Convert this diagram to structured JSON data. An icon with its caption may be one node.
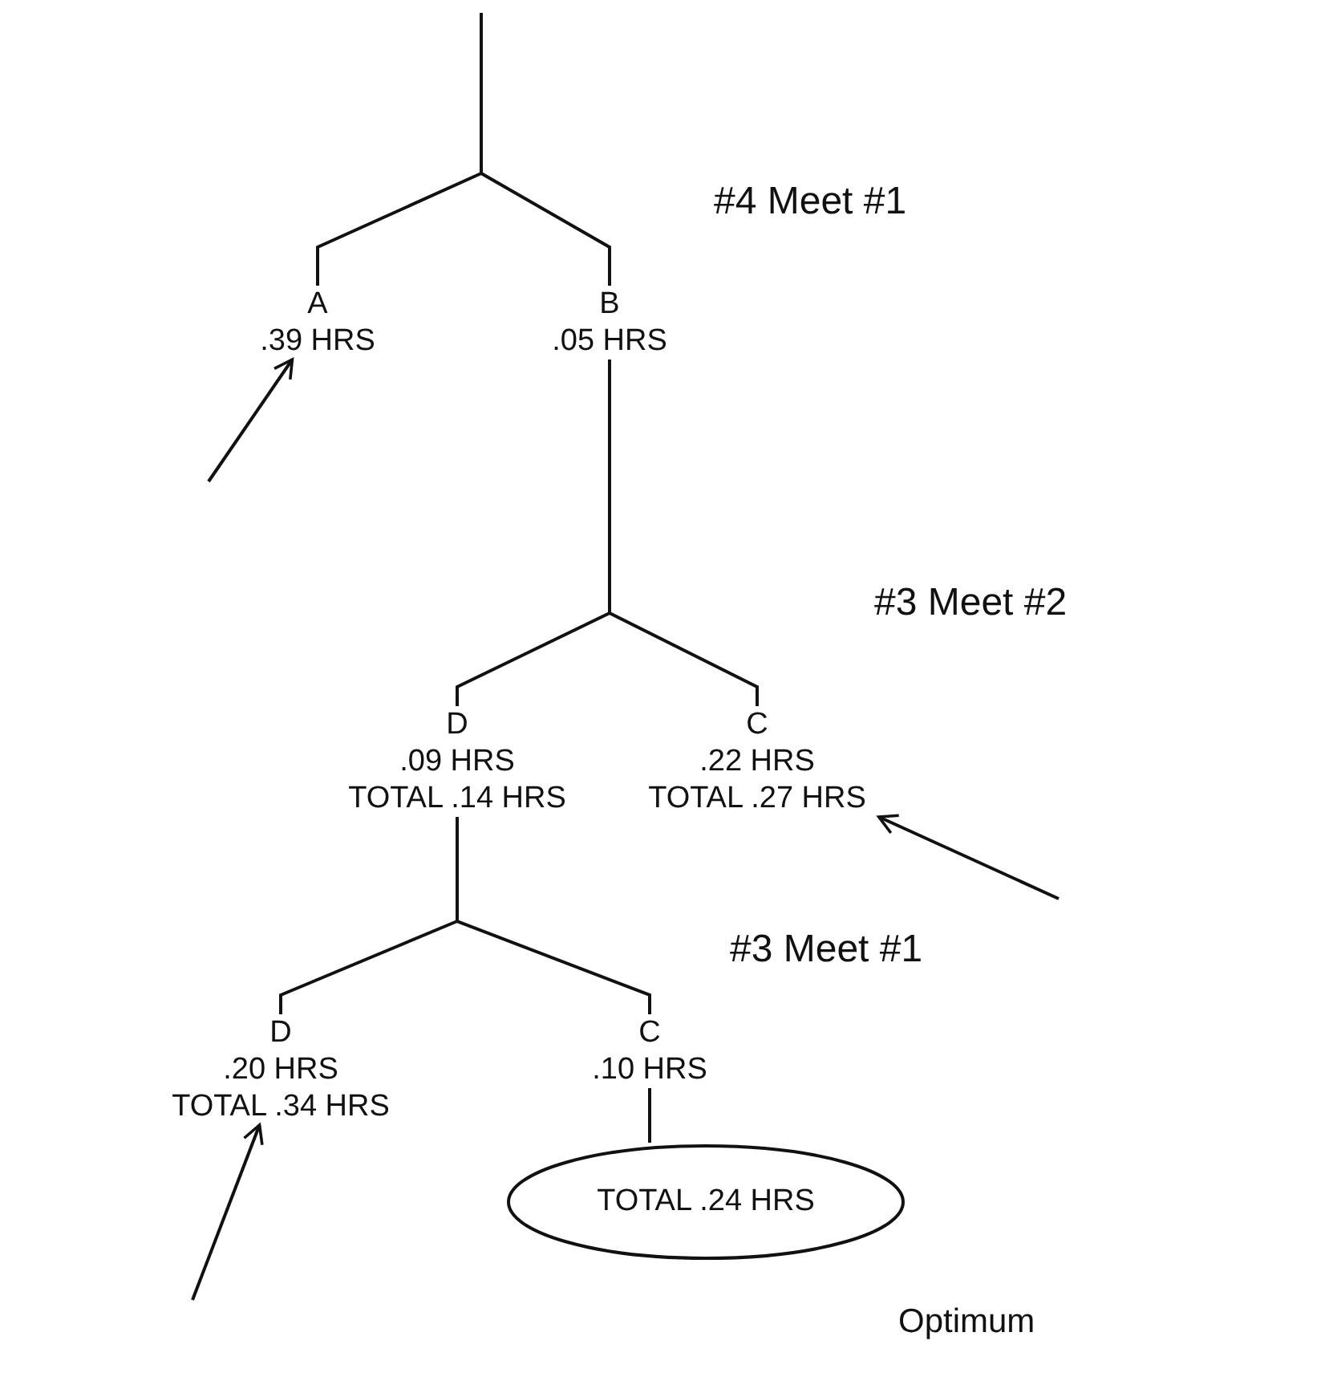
{
  "diagram": {
    "nodes": [
      {
        "text": [
          "A",
          ".39 HRS"
        ]
      },
      {
        "text": [
          "B",
          ".05 HRS"
        ]
      },
      {
        "text": [
          "D",
          ".09 HRS",
          "TOTAL .14 HRS"
        ]
      },
      {
        "text": [
          "C",
          ".22 HRS",
          "TOTAL .27 HRS"
        ]
      },
      {
        "text": [
          "D",
          ".20 HRS",
          "TOTAL .34 HRS"
        ]
      },
      {
        "text": [
          "C",
          ".10 HRS"
        ]
      },
      {
        "text": [
          "TOTAL .24 HRS"
        ],
        "beside": [
          "Optimum"
        ]
      }
    ],
    "edges": [
      {
        "from": null,
        "to": 0,
        "arrow": "none"
      },
      {
        "from": null,
        "to": 1,
        "arrow": "none"
      },
      {
        "from": 1,
        "to": 2,
        "arrow": "none"
      },
      {
        "from": 1,
        "to": 3,
        "arrow": "none"
      },
      {
        "from": 2,
        "to": 4,
        "arrow": "none"
      },
      {
        "from": 2,
        "to": 5,
        "arrow": "none"
      },
      {
        "from": 5,
        "to": 6,
        "arrow": "none"
      },
      {
        "from": null,
        "to": 0,
        "arrow": "to"
      },
      {
        "from": null,
        "to": 3,
        "arrow": "to"
      },
      {
        "from": null,
        "to": 4,
        "arrow": "to"
      }
    ],
    "labels": [
      "#4 Meet #1",
      "#3 Meet #2",
      "#3 Meet #1"
    ]
  }
}
